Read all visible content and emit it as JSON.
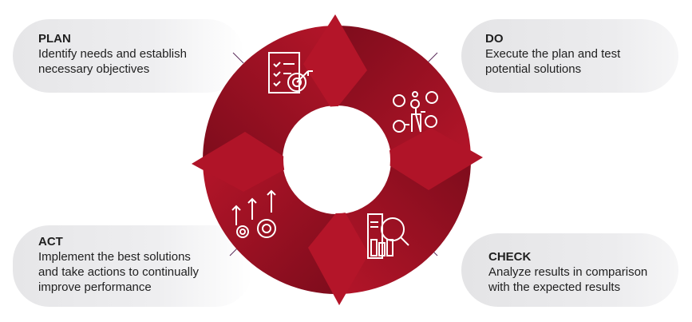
{
  "steps": [
    {
      "title": "PLAN",
      "desc_lines": [
        "Identify needs and establish",
        "necessary objectives"
      ],
      "icon": "checklist-target-icon"
    },
    {
      "title": "DO",
      "desc_lines": [
        "Execute the plan and test",
        "potential solutions"
      ],
      "icon": "idea-touch-icon"
    },
    {
      "title": "CHECK",
      "desc_lines": [
        "Analyze results in comparison",
        "with the expected results"
      ],
      "icon": "report-magnifier-icon"
    },
    {
      "title": "ACT",
      "desc_lines": [
        "Implement the best solutions",
        "and take actions to continually",
        "improve performance"
      ],
      "icon": "gears-growth-icon"
    }
  ],
  "colors": {
    "red": "#b01428",
    "dark_red": "#7e0c1c",
    "pill": "#e8e8ea"
  }
}
